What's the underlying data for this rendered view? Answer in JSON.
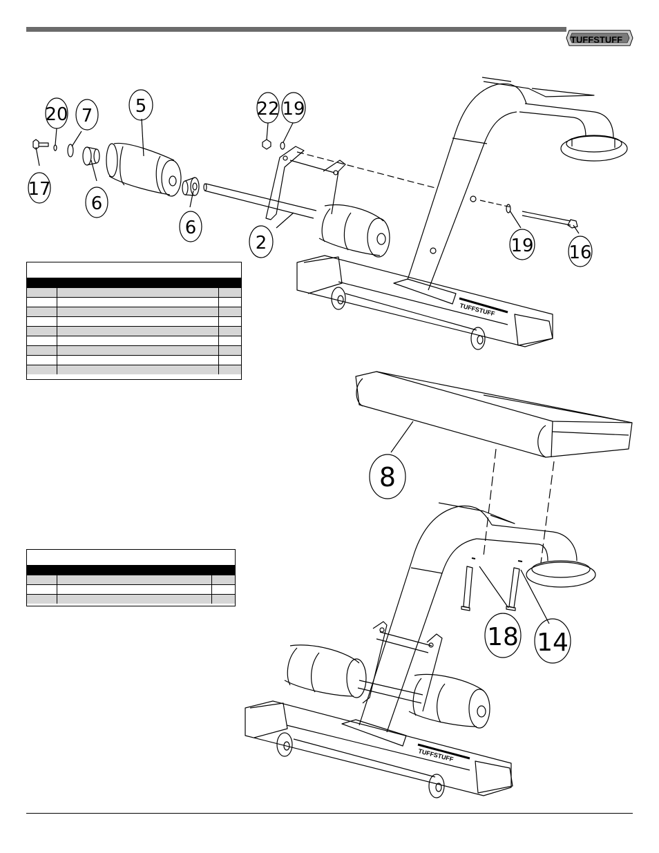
{
  "header": {
    "logo_text": "TUFFSTUFF"
  },
  "callouts": {
    "c20": "20",
    "c7": "7",
    "c5": "5",
    "c22": "22",
    "c19a": "19",
    "c17": "17",
    "c6a": "6",
    "c6b": "6",
    "c2": "2",
    "c19b": "19",
    "c16": "16",
    "c8": "8",
    "c18": "18",
    "c14": "14"
  },
  "colors": {
    "bar": "#6b6b6b",
    "shade": "#d6d6d6",
    "ink": "#000000"
  }
}
